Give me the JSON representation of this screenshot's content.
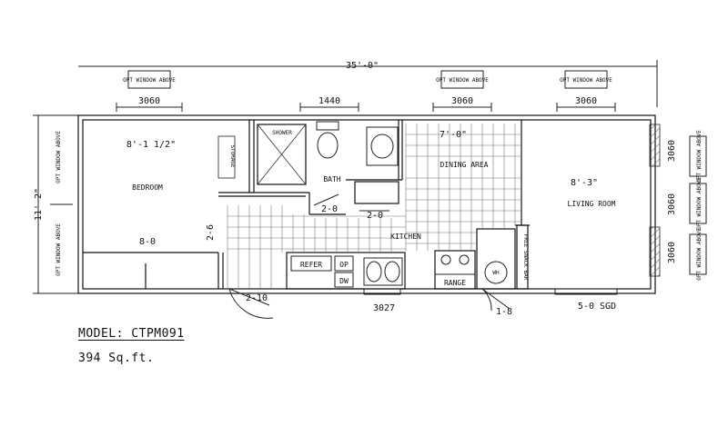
{
  "plan": {
    "overall_length": "35'-0\"",
    "overall_width": "11'-2\"",
    "top_windows": [
      "3060",
      "3060",
      "3060"
    ],
    "top_window_note": "OPT WINDOW ABOVE",
    "window_3060_labels": [
      "3060",
      "3060",
      "3060"
    ],
    "right_notes": [
      "OPT WINDOW ABOVE",
      "OPT WINDOW ABOVE",
      "OPT WINDOW ABOVE"
    ],
    "left_notes": [
      "OPT WINDOW ABOVE",
      "OPT WINDOW ABOVE"
    ],
    "window_center_label": "1440",
    "bedroom": {
      "label": "BEDROOM",
      "dim": "8'-1 1/2\"",
      "closet": "8-0"
    },
    "storage_label": "STORAGE",
    "shower_label": "SHOWER",
    "bath_label": "BATH",
    "dining": {
      "label": "DINING AREA",
      "dim": "7'-0\""
    },
    "living": {
      "label": "LIVING ROOM",
      "dim": "8'-3\""
    },
    "kitchen_label": "KITCHEN",
    "refer_label": "REFER",
    "dw_label": "DW",
    "op_label": "OP",
    "range_label": "RANGE",
    "water_heater_label": "WH",
    "snack_bar_label": "FREE SNACK BAR",
    "door_labels": {
      "hall_width": "2-6",
      "bedroom_door": "2-10",
      "bath_door": "2-0",
      "pocket_door": "2-0",
      "front_door_window": "3027",
      "wh_door": "1-8",
      "sliding_glass_door": "5-0 SGD"
    }
  },
  "model": {
    "text": "MODEL: CTPM091"
  },
  "area": {
    "text": "394 Sq.ft."
  }
}
